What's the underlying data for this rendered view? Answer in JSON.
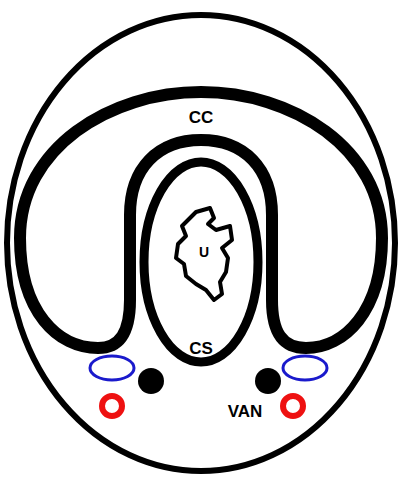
{
  "diagram": {
    "labels": [
      "CC",
      "U",
      "CS",
      "VAN"
    ]
  }
}
